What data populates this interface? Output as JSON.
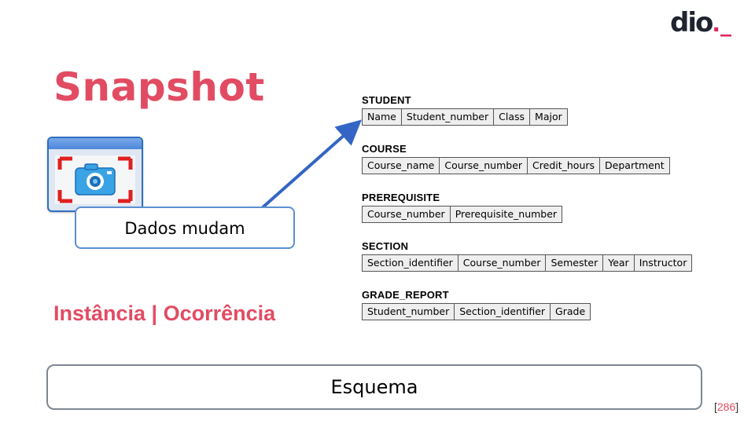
{
  "logo": {
    "text": "dio",
    "accent": "._"
  },
  "title": "Snapshot",
  "callout": "Dados mudam",
  "subtitle": "Instância | Ocorrência",
  "schema": {
    "relations": [
      {
        "name": "STUDENT",
        "attributes": [
          "Name",
          "Student_number",
          "Class",
          "Major"
        ]
      },
      {
        "name": "COURSE",
        "attributes": [
          "Course_name",
          "Course_number",
          "Credit_hours",
          "Department"
        ]
      },
      {
        "name": "PREREQUISITE",
        "attributes": [
          "Course_number",
          "Prerequisite_number"
        ]
      },
      {
        "name": "SECTION",
        "attributes": [
          "Section_identifier",
          "Course_number",
          "Semester",
          "Year",
          "Instructor"
        ]
      },
      {
        "name": "GRADE_REPORT",
        "attributes": [
          "Student_number",
          "Section_identifier",
          "Grade"
        ]
      }
    ]
  },
  "esquema": "Esquema",
  "page_number": {
    "open": "[",
    "value": "286",
    "close": "]"
  },
  "icons": {
    "snapshot": "camera-screenshot-icon",
    "arrow": "arrow-icon"
  },
  "colors": {
    "accent": "#e14c63",
    "arrow": "#3465c4",
    "frame": "#2f6fc3"
  }
}
